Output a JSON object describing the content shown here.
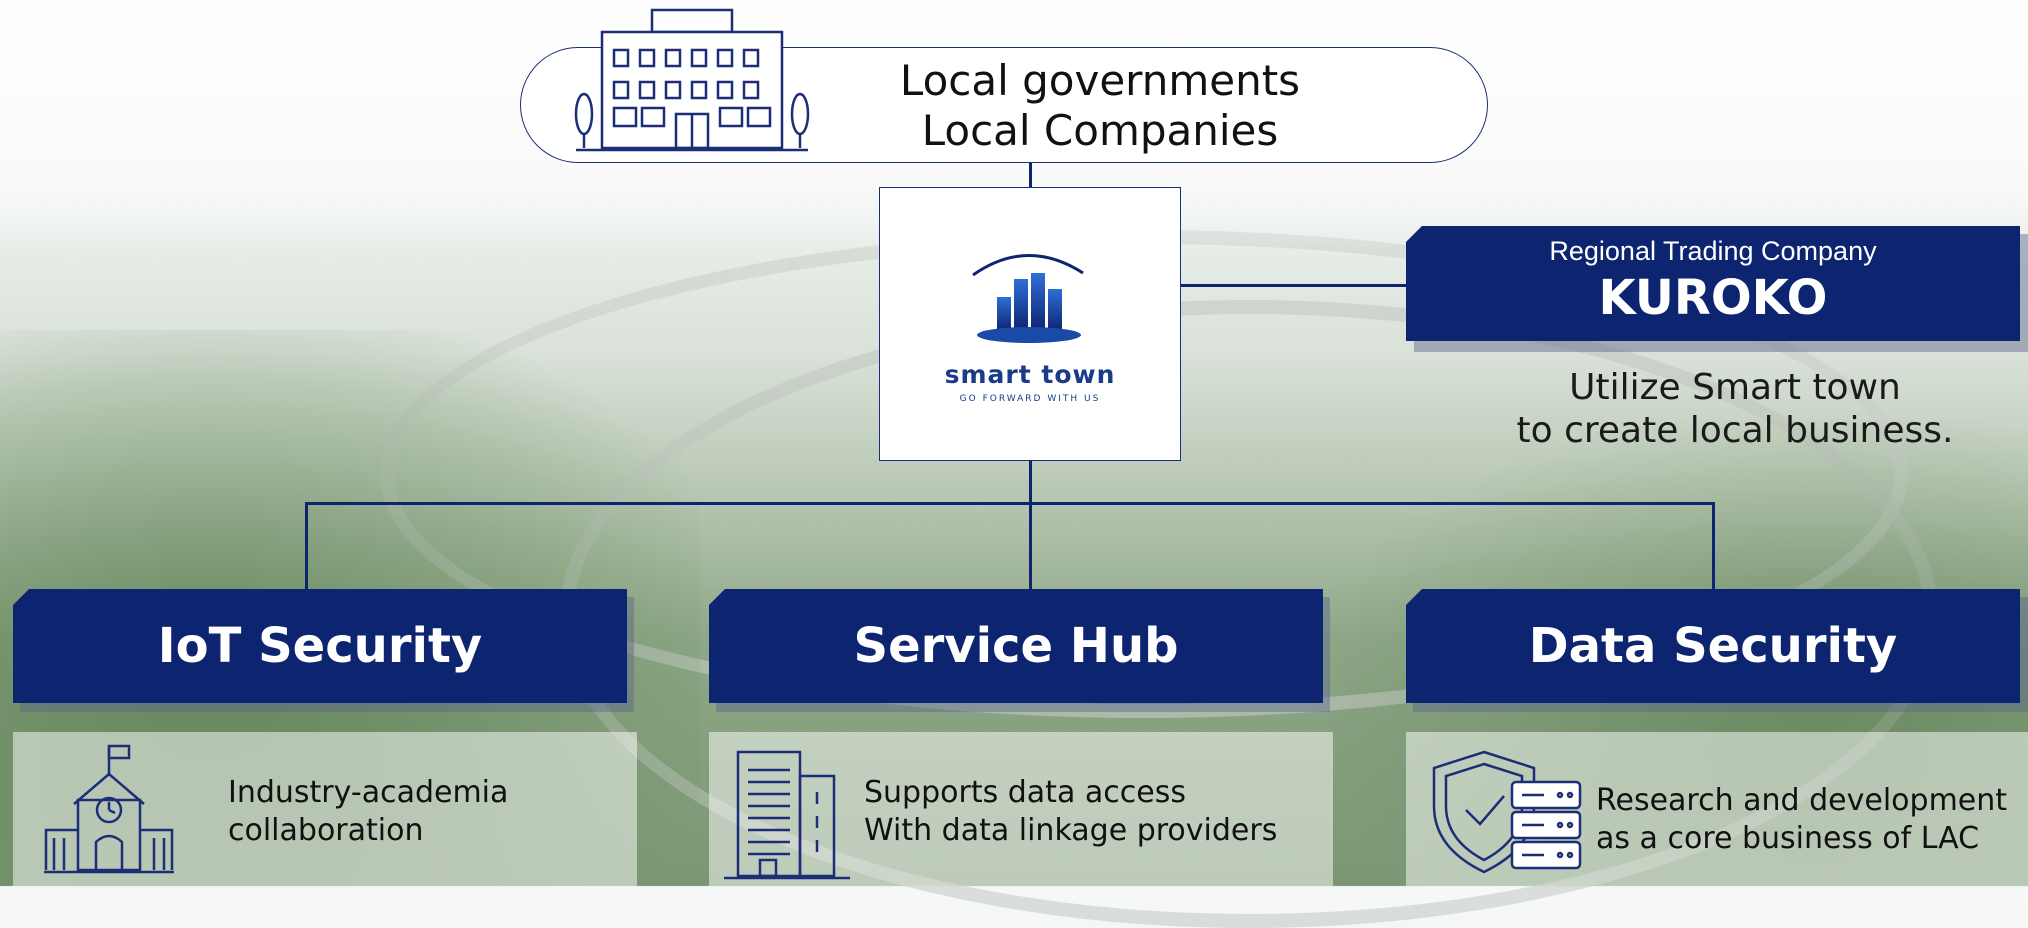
{
  "top": {
    "line1": "Local governments",
    "line2": "Local Companies",
    "icon": "building-icon"
  },
  "logo": {
    "word": "smart town",
    "tagline": "GO FORWARD WITH US",
    "icon": "smart-town-logo-icon"
  },
  "kuroko": {
    "subtitle": "Regional Trading Company",
    "title": "KUROKO",
    "note_line1": "Utilize Smart town",
    "note_line2": "to create local business."
  },
  "categories": [
    {
      "title": "IoT Security",
      "desc_line1": "Industry-academia",
      "desc_line2": "collaboration",
      "icon": "school-icon"
    },
    {
      "title": "Service Hub",
      "desc_line1": "Supports data access",
      "desc_line2": "With data linkage providers",
      "icon": "office-building-icon"
    },
    {
      "title": "Data Security",
      "desc_line1": "Research and development",
      "desc_line2": "as a core business of LAC",
      "icon": "shield-server-icon"
    }
  ],
  "colors": {
    "navy": "#0d2470",
    "logo_blue": "#1a3a8a"
  }
}
